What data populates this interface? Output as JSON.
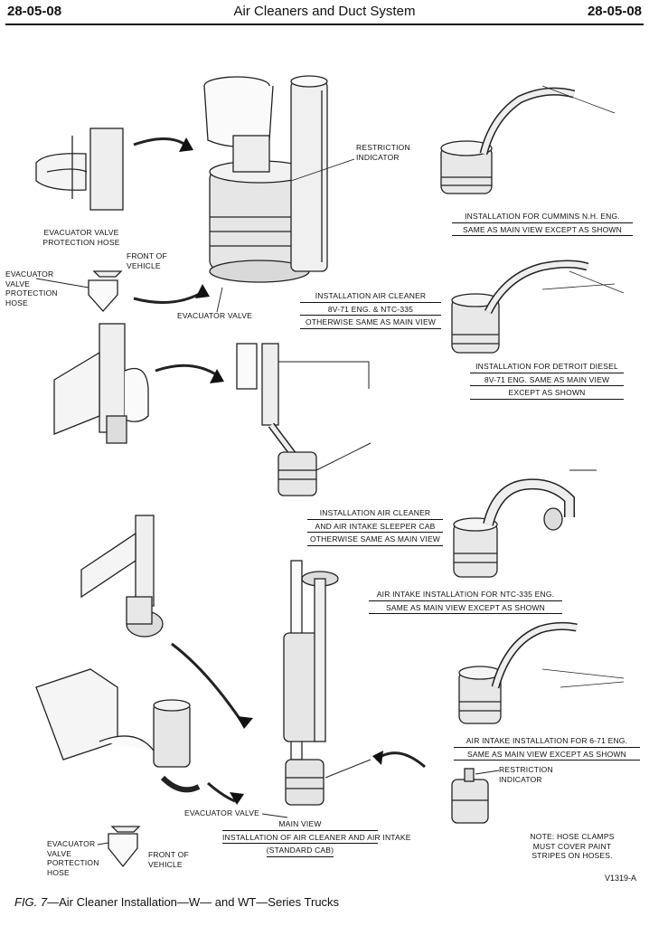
{
  "header": {
    "page_left": "28-05-08",
    "title": "Air Cleaners and Duct System",
    "page_right": "28-05-08"
  },
  "labels": {
    "restriction_indicator_top": [
      "RESTRICTION",
      "INDICATOR"
    ],
    "evacuator_valve_protection_hose_top": [
      "EVACUATOR VALVE",
      "PROTECTION HOSE"
    ],
    "front_of_vehicle_top": [
      "FRONT OF",
      "VEHICLE"
    ],
    "evacuator_valve_protection_hose_side": [
      "EVACUATOR",
      "VALVE",
      "PROTECTION",
      "HOSE"
    ],
    "evacuator_valve_top": "EVACUATOR VALVE",
    "install_8v71": [
      "INSTALLATION AIR CLEANER",
      "8V-71 ENG. & NTC-335",
      "OTHERWISE SAME AS MAIN VIEW"
    ],
    "install_cummins": [
      "INSTALLATION FOR CUMMINS N.H. ENG.",
      "SAME AS MAIN VIEW EXCEPT AS SHOWN"
    ],
    "install_detroit": [
      "INSTALLATION FOR DETROIT DIESEL",
      "8V-71 ENG. SAME AS MAIN VIEW",
      "EXCEPT AS SHOWN"
    ],
    "install_sleeper": [
      "INSTALLATION AIR CLEANER",
      "AND AIR INTAKE SLEEPER CAB",
      "OTHERWISE SAME AS MAIN VIEW"
    ],
    "install_ntc335": [
      "AIR INTAKE INSTALLATION FOR NTC-335 ENG.",
      "SAME AS MAIN VIEW EXCEPT AS SHOWN"
    ],
    "install_671": [
      "AIR INTAKE INSTALLATION FOR 6-71 ENG.",
      "SAME AS MAIN VIEW EXCEPT AS SHOWN"
    ],
    "restriction_indicator_bottom": [
      "RESTRICTION",
      "INDICATOR"
    ],
    "evacuator_valve_bottom": "EVACUATOR VALVE",
    "main_view": [
      "MAIN VIEW",
      "INSTALLATION OF AIR CLEANER AND AIR INTAKE",
      "(STANDARD CAB)"
    ],
    "evacuator_valve_protection_hose_bottom": [
      "EVACUATOR",
      "VALVE",
      "PORTECTION",
      "HOSE"
    ],
    "front_of_vehicle_bottom": [
      "FRONT OF",
      "VEHICLE"
    ],
    "note": [
      "NOTE:  HOSE CLAMPS",
      "MUST COVER PAINT",
      "STRIPES ON HOSES."
    ]
  },
  "figure_code": "V1319-A",
  "caption": {
    "fig": "FIG. 7",
    "text": "—Air Cleaner Installation—W— and WT—Series Trucks"
  }
}
